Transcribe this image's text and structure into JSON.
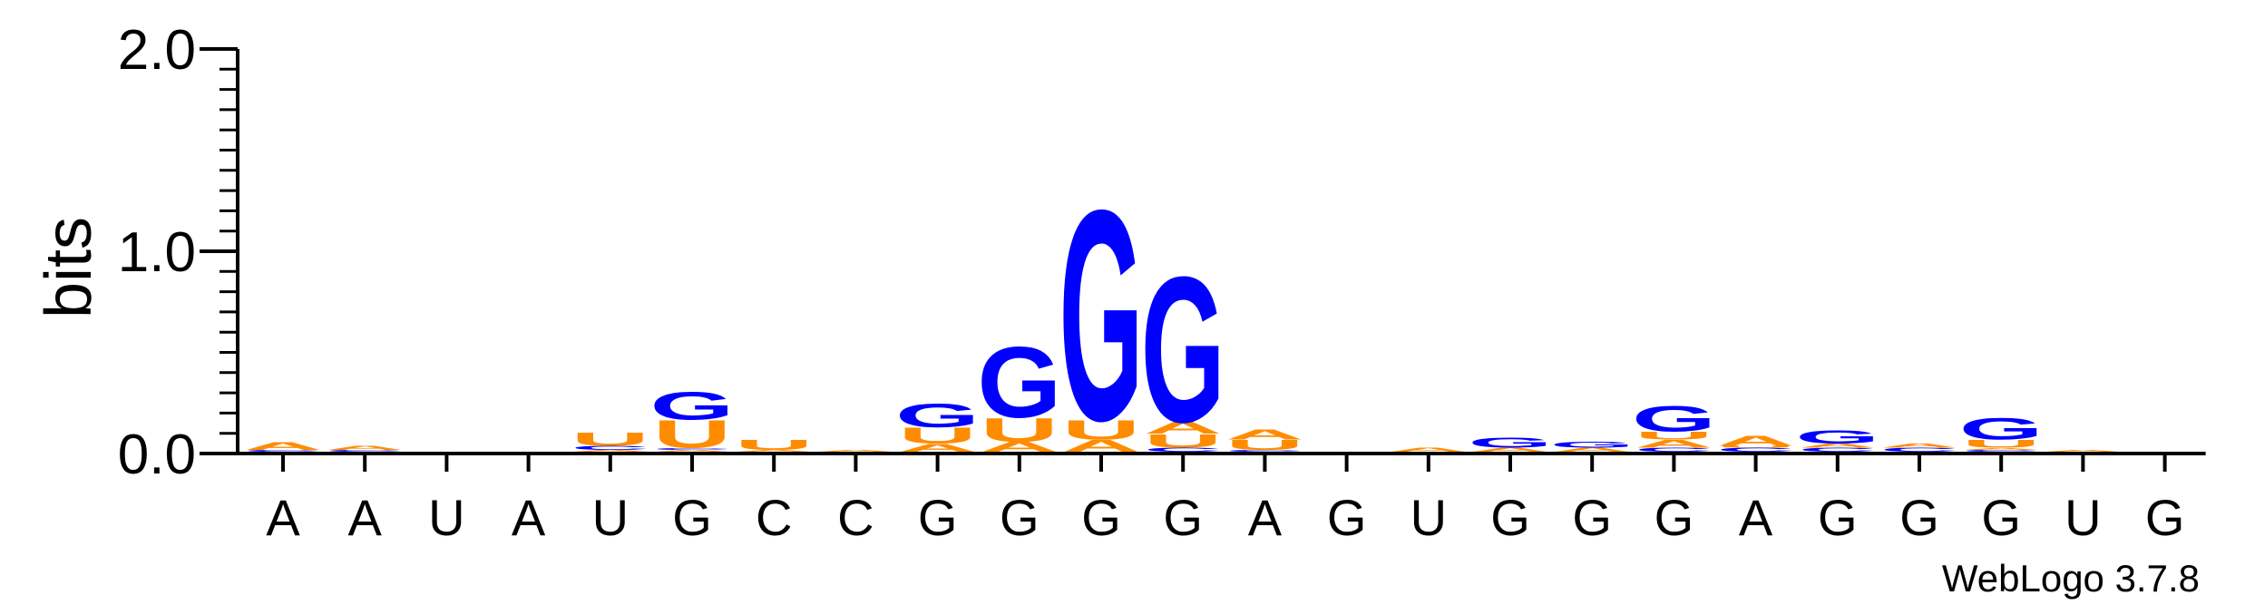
{
  "chart_data": {
    "type": "sequence-logo",
    "ylabel": "bits",
    "ylim": [
      0,
      2.0
    ],
    "y_ticks": [
      "0.0",
      "1.0",
      "2.0"
    ],
    "x_tick_labels": [
      "A",
      "A",
      "U",
      "A",
      "U",
      "G",
      "C",
      "C",
      "G",
      "G",
      "G",
      "G",
      "A",
      "G",
      "U",
      "G",
      "G",
      "G",
      "A",
      "G",
      "G",
      "G",
      "U",
      "G"
    ],
    "colors": {
      "A": "#ff8c00",
      "U": "#ff8c00",
      "G": "#0000ff",
      "C": "#0000ff"
    },
    "positions": [
      [
        {
          "letter": "C",
          "bits": 0.01
        },
        {
          "letter": "A",
          "bits": 0.04
        }
      ],
      [
        {
          "letter": "C",
          "bits": 0.01
        },
        {
          "letter": "A",
          "bits": 0.02
        }
      ],
      [],
      [],
      [
        {
          "letter": "A",
          "bits": 0.01
        },
        {
          "letter": "C",
          "bits": 0.02
        },
        {
          "letter": "U",
          "bits": 0.07
        }
      ],
      [
        {
          "letter": "A",
          "bits": 0.01
        },
        {
          "letter": "C",
          "bits": 0.01
        },
        {
          "letter": "U",
          "bits": 0.14
        },
        {
          "letter": "G",
          "bits": 0.14
        }
      ],
      [
        {
          "letter": "A",
          "bits": 0.01
        },
        {
          "letter": "U",
          "bits": 0.05
        }
      ],
      [
        {
          "letter": "A",
          "bits": 0.01
        }
      ],
      [
        {
          "letter": "A",
          "bits": 0.04
        },
        {
          "letter": "U",
          "bits": 0.08
        },
        {
          "letter": "G",
          "bits": 0.12
        }
      ],
      [
        {
          "letter": "A",
          "bits": 0.05
        },
        {
          "letter": "U",
          "bits": 0.12
        },
        {
          "letter": "G",
          "bits": 0.36
        }
      ],
      [
        {
          "letter": "A",
          "bits": 0.06
        },
        {
          "letter": "U",
          "bits": 0.1
        },
        {
          "letter": "G",
          "bits": 1.07
        }
      ],
      [
        {
          "letter": "C",
          "bits": 0.02
        },
        {
          "letter": "U",
          "bits": 0.07
        },
        {
          "letter": "A",
          "bits": 0.06
        },
        {
          "letter": "G",
          "bits": 0.74
        }
      ],
      [
        {
          "letter": "C",
          "bits": 0.01
        },
        {
          "letter": "U",
          "bits": 0.05
        },
        {
          "letter": "A",
          "bits": 0.05
        }
      ],
      [],
      [
        {
          "letter": "A",
          "bits": 0.02
        }
      ],
      [
        {
          "letter": "A",
          "bits": 0.02
        },
        {
          "letter": "G",
          "bits": 0.05
        }
      ],
      [
        {
          "letter": "A",
          "bits": 0.02
        },
        {
          "letter": "G",
          "bits": 0.03
        }
      ],
      [
        {
          "letter": "C",
          "bits": 0.02
        },
        {
          "letter": "A",
          "bits": 0.04
        },
        {
          "letter": "U",
          "bits": 0.04
        },
        {
          "letter": "G",
          "bits": 0.13
        }
      ],
      [
        {
          "letter": "C",
          "bits": 0.02
        },
        {
          "letter": "U",
          "bits": 0.01
        },
        {
          "letter": "A",
          "bits": 0.05
        }
      ],
      [
        {
          "letter": "C",
          "bits": 0.02
        },
        {
          "letter": "A",
          "bits": 0.02
        },
        {
          "letter": "G",
          "bits": 0.07
        }
      ],
      [
        {
          "letter": "C",
          "bits": 0.02
        },
        {
          "letter": "A",
          "bits": 0.02
        }
      ],
      [
        {
          "letter": "C",
          "bits": 0.01
        },
        {
          "letter": "A",
          "bits": 0.01
        },
        {
          "letter": "U",
          "bits": 0.04
        },
        {
          "letter": "G",
          "bits": 0.11
        }
      ],
      [
        {
          "letter": "A",
          "bits": 0.01
        }
      ],
      []
    ],
    "credit": "WebLogo 3.7.8"
  }
}
